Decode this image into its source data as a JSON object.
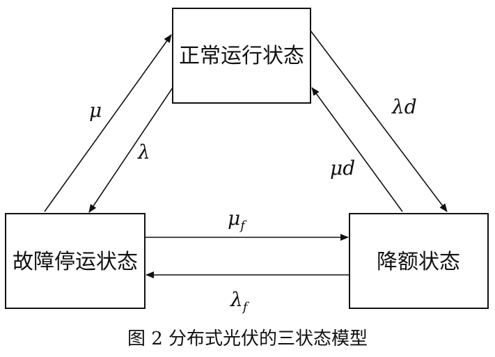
{
  "states": {
    "normal": "正常运行状态",
    "fault": "故障停运状态",
    "derated": "降额状态"
  },
  "rates": {
    "mu": "μ",
    "lambda": "λ",
    "lambda_d": "λd",
    "mu_d": "μd",
    "mu_f_base": "μ",
    "mu_f_sub": "f",
    "lambda_f_base": "λ",
    "lambda_f_sub": "f"
  },
  "caption": "图 2 分布式光伏的三状态模型"
}
